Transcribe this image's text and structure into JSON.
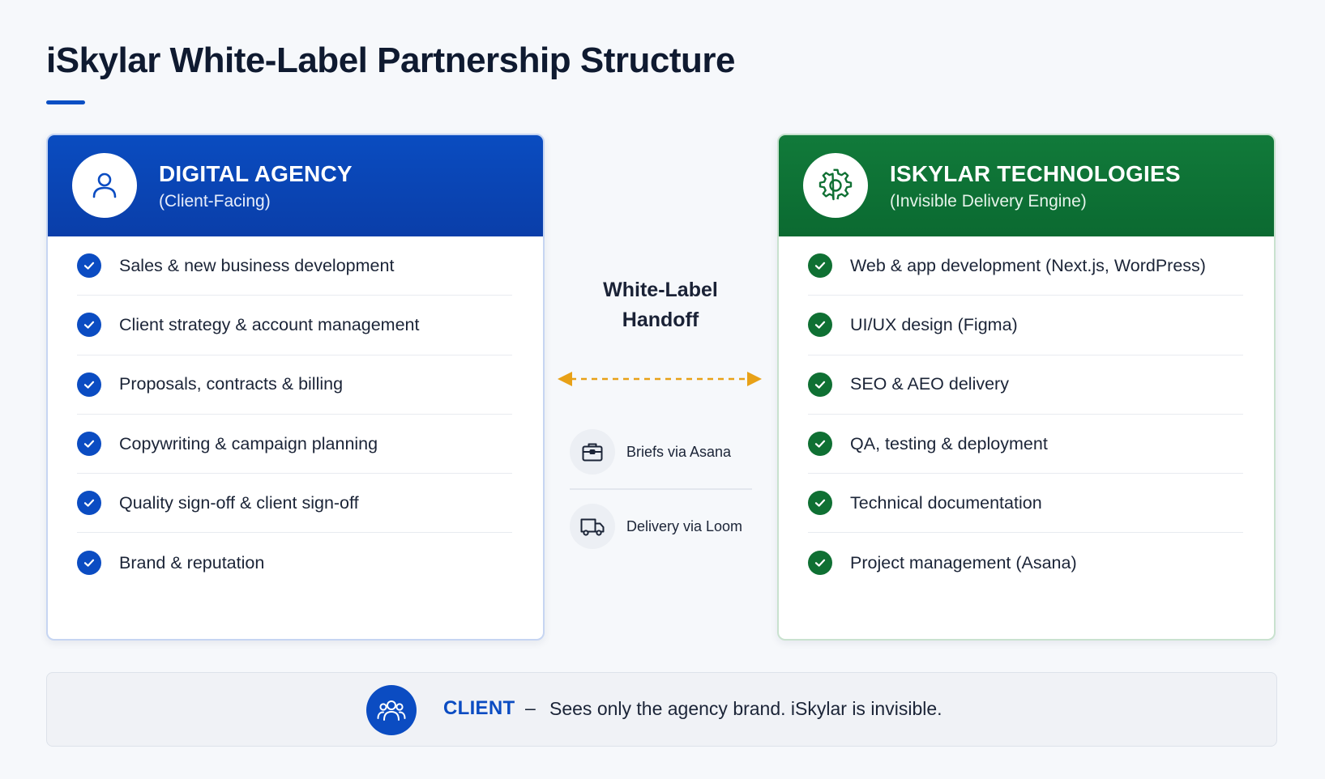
{
  "title": "iSkylar White-Label Partnership Structure",
  "colors": {
    "agency_blue": "#0b4cc2",
    "iskylar_green": "#0f7033",
    "handoff_orange": "#e8a117"
  },
  "agency": {
    "icon": "user-icon",
    "title": "DIGITAL AGENCY",
    "subtitle": "(Client-Facing)",
    "items": [
      "Sales & new business development",
      "Client strategy & account management",
      "Proposals, contracts & billing",
      "Copywriting & campaign planning",
      "Quality sign-off & client sign-off",
      "Brand & reputation"
    ]
  },
  "iskylar": {
    "icon": "gear-icon",
    "title": "ISKYLAR TECHNOLOGIES",
    "subtitle": "(Invisible Delivery Engine)",
    "items": [
      "Web & app development (Next.js, WordPress)",
      "UI/UX design (Figma)",
      "SEO & AEO delivery",
      "QA, testing & deployment",
      "Technical documentation",
      "Project management (Asana)"
    ]
  },
  "handoff": {
    "title_line1": "White-Label",
    "title_line2": "Handoff",
    "channels": [
      {
        "icon": "briefcase-icon",
        "label": "Briefs via Asana"
      },
      {
        "icon": "truck-icon",
        "label": "Delivery via Loom"
      }
    ]
  },
  "client": {
    "icon": "group-icon",
    "label": "CLIENT",
    "dash": "–",
    "text": "Sees only the agency brand. iSkylar is invisible."
  }
}
